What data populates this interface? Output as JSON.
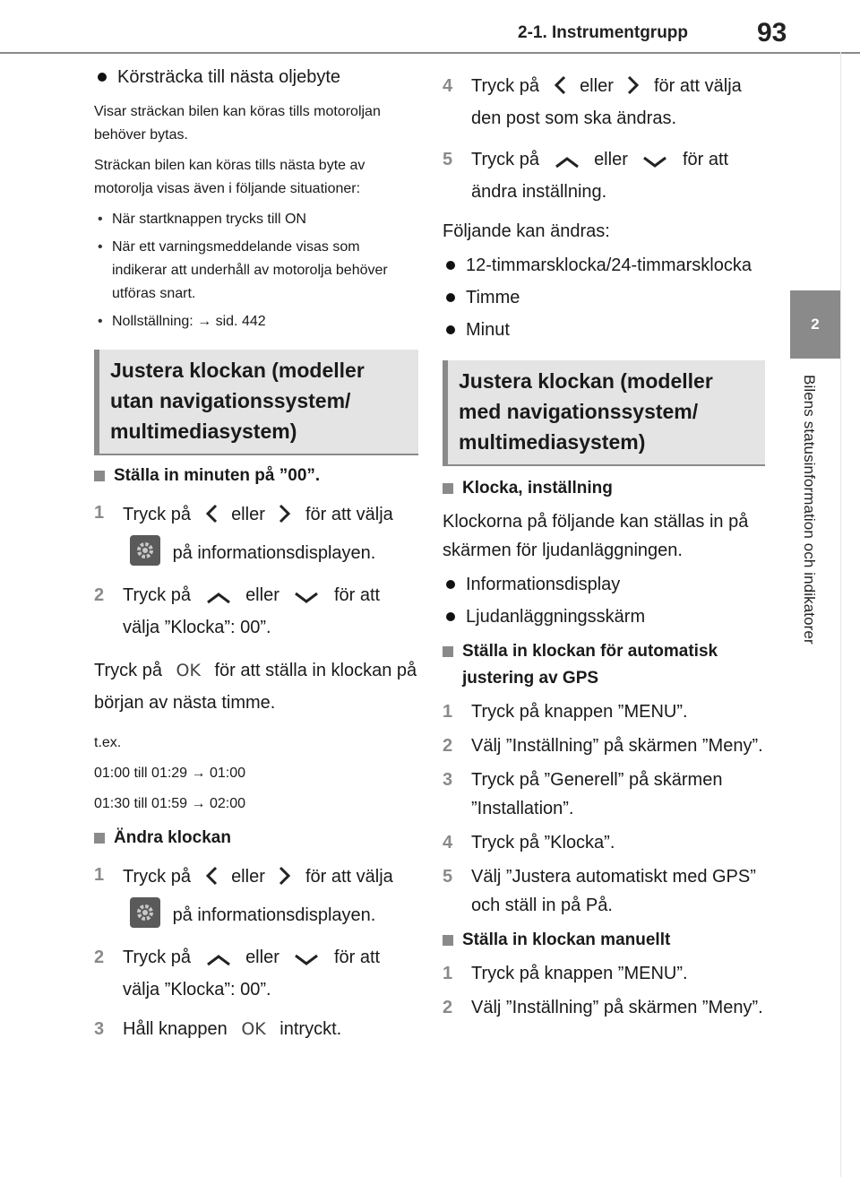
{
  "header": {
    "section": "2-1. Instrumentgrupp",
    "page_number": "93"
  },
  "side_tab": {
    "number": "2",
    "label": "Bilens statusinformation och indikatorer"
  },
  "left": {
    "oil_heading": "Körsträcka till nästa oljebyte",
    "oil_p1": "Visar sträckan bilen kan köras tills motoroljan behöver bytas.",
    "oil_p2": "Sträckan bilen kan köras tills nästa byte av motorolja visas även i följande situationer:",
    "oil_items": [
      "När startknappen trycks till ON",
      "När ett varningsmeddelande visas som indikerar att underhåll av motorolja behöver utföras snart.",
      "Nollställning: → sid. 442"
    ],
    "box_title": "Justera klockan (modeller utan navigationssystem/ multimediasystem)",
    "sub1": "Ställa in minuten på ”00”.",
    "s1_step1_a": "Tryck på",
    "s1_step1_b": "eller",
    "s1_step1_c": "för att välja",
    "s1_step1_d": "på informationsdisplayen.",
    "s1_step2_a": "Tryck på",
    "s1_step2_b": "eller",
    "s1_step2_c": "för att välja ”Klocka”: 00”.",
    "ok_a": "Tryck på",
    "ok_label": "OK",
    "ok_b": "för att ställa in klockan på början av nästa timme.",
    "ex_label": "t.ex.",
    "ex1": "01:00 till 01:29 → 01:00",
    "ex2": "01:30 till 01:59 → 02:00",
    "sub2": "Ändra klockan",
    "s2_step1_a": "Tryck på",
    "s2_step1_b": "eller",
    "s2_step1_c": "för att välja",
    "s2_step1_d": "på informationsdisplayen.",
    "s2_step2_a": "Tryck på",
    "s2_step2_b": "eller",
    "s2_step2_c": "för att välja ”Klocka”: 00”.",
    "s2_step3_a": "Håll knappen",
    "s2_step3_ok": "OK",
    "s2_step3_b": "intryckt.",
    "step_nums": [
      "1",
      "2",
      "3"
    ]
  },
  "right": {
    "step4_a": "Tryck på",
    "step4_b": "eller",
    "step4_c": "för att välja den post som ska ändras.",
    "step5_a": "Tryck på",
    "step5_b": "eller",
    "step5_c": "för att ändra inställning.",
    "step_nums": [
      "4",
      "5",
      "1",
      "2",
      "3",
      "4",
      "5"
    ],
    "changeable": "Följande kan ändras:",
    "change_items": [
      "12-timmarsklocka/24-timmarsklocka",
      "Timme",
      "Minut"
    ],
    "box_title": "Justera klockan (modeller med navigationssystem/ multimediasystem)",
    "sub1": "Klocka, inställning",
    "sub1_p": "Klockorna på följande kan ställas in på skärmen för ljudanläggningen.",
    "sub1_items": [
      "Informationsdisplay",
      "Ljudanläggningsskärm"
    ],
    "sub2": "Ställa in klockan för automatisk justering av GPS",
    "sub2_steps": [
      "Tryck på knappen ”MENU”.",
      "Välj ”Inställning” på skärmen ”Meny”.",
      "Tryck på ”Generell” på skärmen ”Installation”.",
      "Tryck på ”Klocka”.",
      "Välj ”Justera automatiskt med GPS” och ställ in på På."
    ],
    "sub3": "Ställa in klockan manuellt",
    "sub3_steps": [
      "Tryck på knappen ”MENU”.",
      "Välj ”Inställning” på skärmen ”Meny”."
    ]
  }
}
